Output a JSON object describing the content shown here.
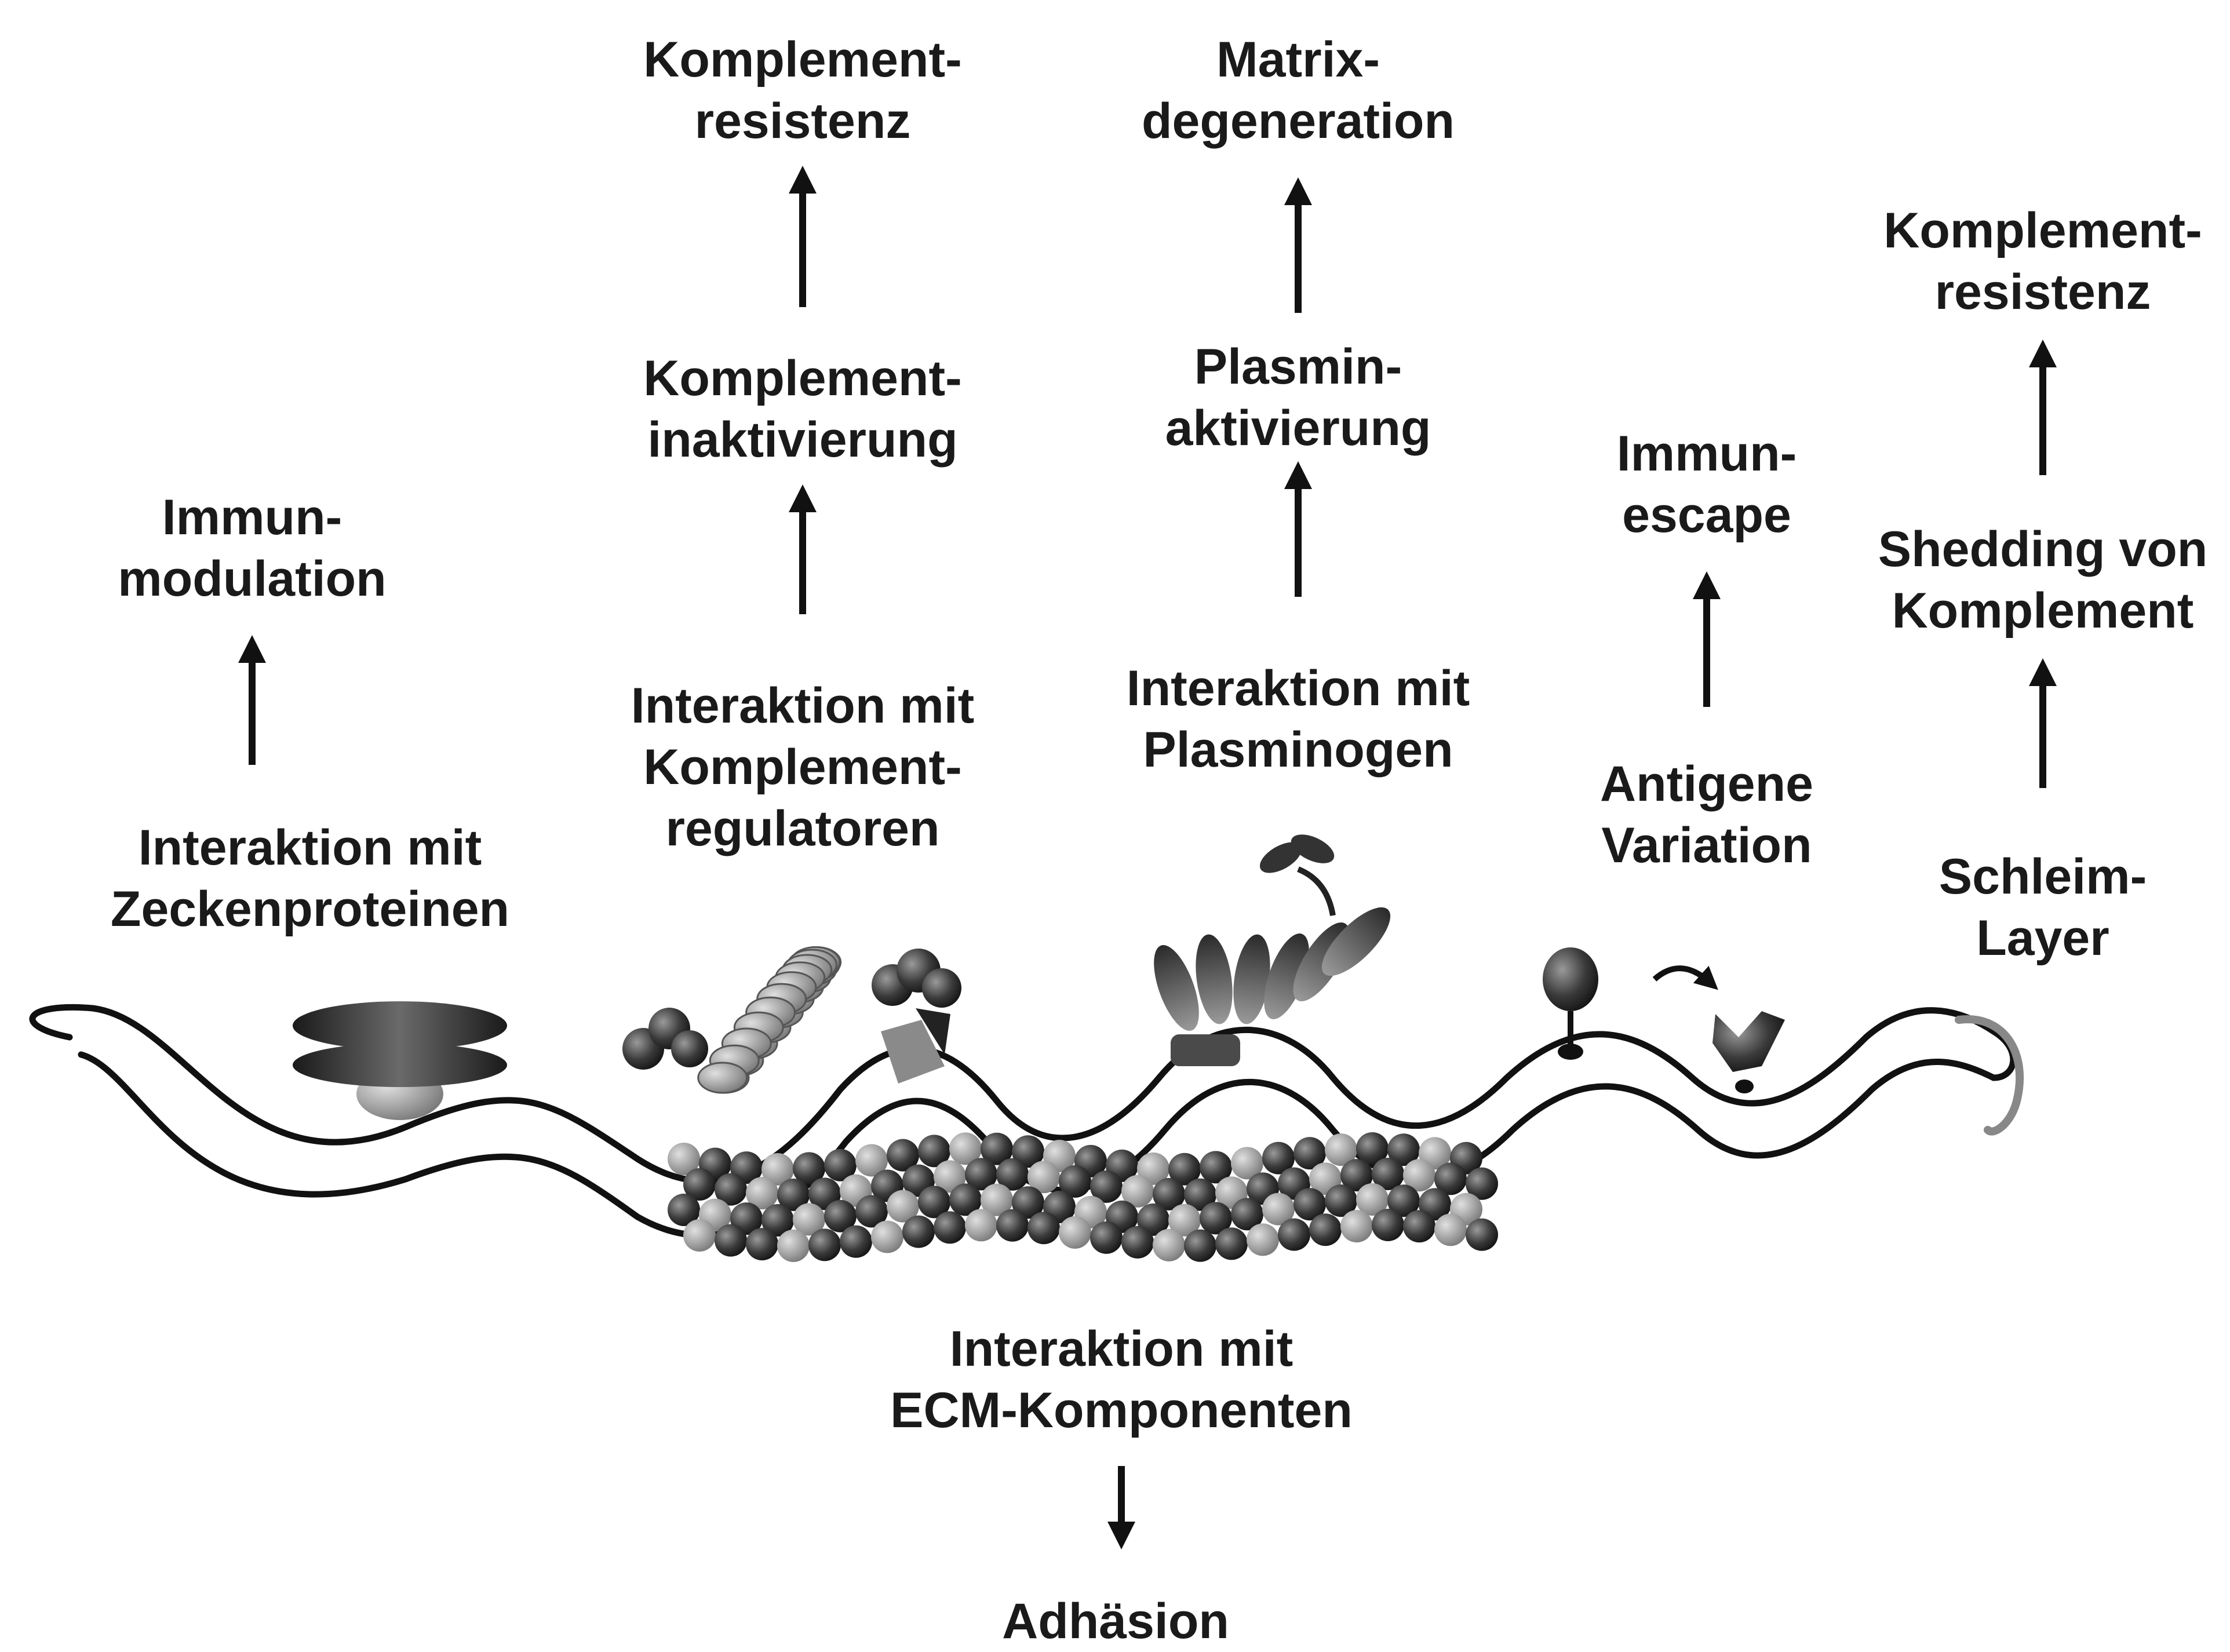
{
  "labels": {
    "tick_interaction": [
      "Interaktion mit",
      "Zeckenproteinen"
    ],
    "immunomodulation": [
      "Immun-",
      "modulation"
    ],
    "complement_regulators": [
      "Interaktion mit",
      "Komplement-",
      "regulatoren"
    ],
    "complement_inactivation": [
      "Komplement-",
      "inaktivierung"
    ],
    "complement_resistance_1": [
      "Komplement-",
      "resistenz"
    ],
    "plasminogen_interaction": [
      "Interaktion mit",
      "Plasminogen"
    ],
    "plasmin_activation": [
      "Plasmin-",
      "aktivierung"
    ],
    "matrix_degeneration": [
      "Matrix-",
      "degeneration"
    ],
    "antigenic_variation": [
      "Antigene",
      "Variation"
    ],
    "immune_escape": [
      "Immun-",
      "escape"
    ],
    "slime_layer": [
      "Schleim-",
      "Layer"
    ],
    "complement_shedding": [
      "Shedding von",
      "Komplement"
    ],
    "complement_resistance_2": [
      "Komplement-",
      "resistenz"
    ],
    "ecm_interaction": [
      "Interaktion mit",
      "ECM-Komponenten"
    ],
    "adhesion": [
      "Adhäsion"
    ]
  },
  "colors": {
    "text": "#1a1a1a",
    "line": "#111111",
    "protein_dark": "#2a2a2a",
    "protein_mid": "#6e6e6e",
    "protein_light": "#b8b8b8"
  }
}
